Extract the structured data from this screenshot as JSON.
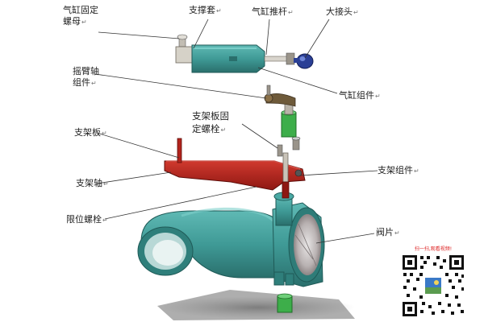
{
  "labels": {
    "cylinder_nut": "气缸固定\n螺母",
    "bracket_sleeve": "支撑套",
    "cylinder_rod": "气缸推杆",
    "big_joint": "大接头",
    "rocker_shaft": "摇臂轴\n组件",
    "cylinder_assembly": "气缸组件",
    "bracket_plate_bolt": "支架板固\n定螺栓",
    "bracket_plate": "支架板",
    "bracket_shaft": "支架轴",
    "bracket_assembly": "支架组件",
    "limit_bolt": "限位螺栓",
    "valve_disc": "阀片"
  },
  "marker": "↵",
  "qr": {
    "caption": "扫一扫,观看视频!"
  },
  "colors": {
    "teal": "#3f9a96",
    "teal_dark": "#2a6f6c",
    "red": "#b2231c",
    "blue_joint": "#2a3f95",
    "green_part": "#3dae4a"
  }
}
